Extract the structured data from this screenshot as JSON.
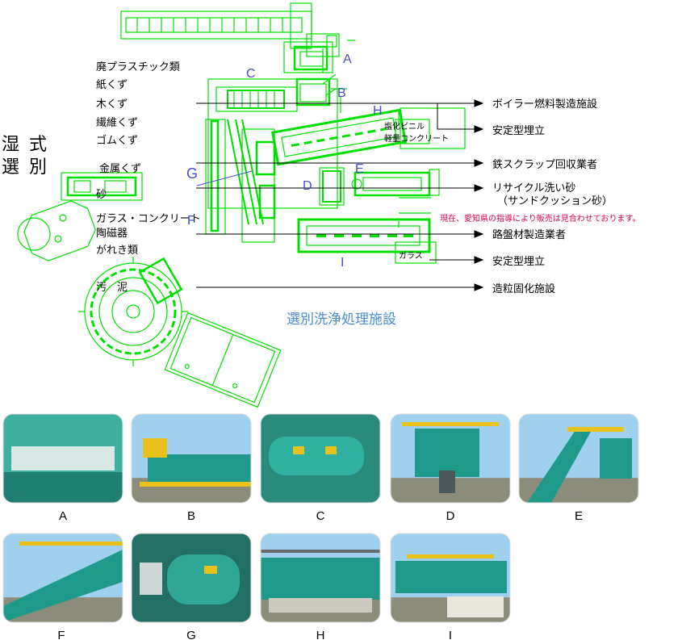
{
  "side_title": {
    "line1": [
      "湿",
      "式"
    ],
    "line2": [
      "選",
      "別"
    ]
  },
  "materials": [
    "廃プラスチック類",
    "紙くず",
    "木くず",
    "繊維くず",
    "ゴムくず",
    "金属くず",
    "砂",
    "ガラス・コンクリート",
    "陶磁器",
    "がれき類",
    "汚　泥"
  ],
  "destinations": [
    "ボイラー燃料製造施設",
    "安定型埋立",
    "鉄スクラップ回収業者",
    "リサイクル洗い砂",
    "（サンドクッション砂）",
    "路盤材製造業者",
    "安定型埋立",
    "造粒固化施設"
  ],
  "notice": "現在、愛知県の指導により販売は見合わせております。",
  "inline_labels": {
    "vinyl": "塩化ビニル",
    "light_concrete": "軽量コンクリート",
    "glass": "ガラス"
  },
  "section_letters": [
    "A",
    "B",
    "C",
    "D",
    "E",
    "F",
    "G",
    "H",
    "I"
  ],
  "facility_name": "選別洗浄処理施設",
  "photos": [
    {
      "caption": "A",
      "theme": "conveyor-closeup"
    },
    {
      "caption": "B",
      "theme": "yellow-rail-platform"
    },
    {
      "caption": "C",
      "theme": "rotary-drum"
    },
    {
      "caption": "D",
      "theme": "hopper-structure"
    },
    {
      "caption": "E",
      "theme": "steel-frame-sky"
    },
    {
      "caption": "F",
      "theme": "inclined-conveyor"
    },
    {
      "caption": "G",
      "theme": "control-panel-drum"
    },
    {
      "caption": "H",
      "theme": "plant-overview"
    },
    {
      "caption": "I",
      "theme": "plant-side-view"
    }
  ],
  "colors": {
    "line": "#00e000",
    "letter": "#4a4ad0",
    "notice": "#e0004a",
    "machine_teal": "#1f9a8a",
    "rail_yellow": "#e8c21a",
    "sky": "#9fd0ee"
  }
}
